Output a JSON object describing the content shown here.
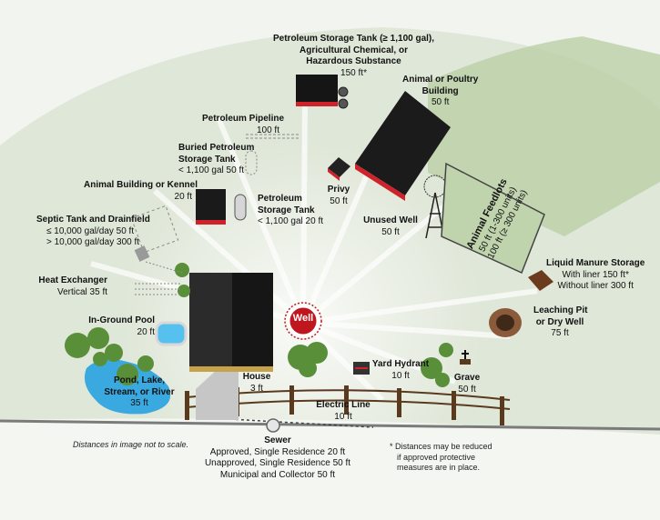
{
  "well": {
    "label": "Well"
  },
  "sources": [
    {
      "id": "petroleum-tank-large",
      "title": [
        "Petroleum Storage Tank (≥ 1,100 gal),",
        "Agricultural Chemical, or",
        "Hazardous Substance"
      ],
      "value": "150 ft*"
    },
    {
      "id": "animal-poultry-building",
      "title": [
        "Animal or Poultry",
        "Building"
      ],
      "value": "50 ft"
    },
    {
      "id": "petroleum-pipeline",
      "title": [
        "Petroleum Pipeline"
      ],
      "value": "100 ft"
    },
    {
      "id": "buried-petroleum-tank",
      "title": [
        "Buried Petroleum",
        "Storage Tank"
      ],
      "value": "< 1,100 gal 50 ft"
    },
    {
      "id": "privy",
      "title": [
        "Privy"
      ],
      "value": "50 ft"
    },
    {
      "id": "animal-building-kennel",
      "title": [
        "Animal Building or Kennel"
      ],
      "value": "20 ft"
    },
    {
      "id": "petroleum-tank-small",
      "title": [
        "Petroleum",
        "Storage Tank"
      ],
      "value": "< 1,100 gal 20 ft"
    },
    {
      "id": "septic-tank",
      "title": [
        "Septic Tank and Drainfield"
      ],
      "values": [
        "≤ 10,000 gal/day 50 ft",
        "> 10,000 gal/day 300 ft"
      ]
    },
    {
      "id": "unused-well",
      "title": [
        "Unused Well"
      ],
      "value": "50 ft"
    },
    {
      "id": "animal-feedlots",
      "title": [
        "Animal Feedlots"
      ],
      "values": [
        "50 ft (1-300 units)",
        "100 ft (≥ 300 units)"
      ]
    },
    {
      "id": "liquid-manure",
      "title": [
        "Liquid Manure Storage"
      ],
      "values": [
        "With liner 150 ft*",
        "Without liner 300 ft"
      ]
    },
    {
      "id": "heat-exchanger",
      "title": [
        "Heat Exchanger"
      ],
      "value": "Vertical 35 ft"
    },
    {
      "id": "in-ground-pool",
      "title": [
        "In-Ground Pool"
      ],
      "value": "20 ft"
    },
    {
      "id": "leaching-pit",
      "title": [
        "Leaching Pit",
        "or Dry Well"
      ],
      "value": "75 ft"
    },
    {
      "id": "pond-lake",
      "title": [
        "Pond, Lake,",
        "Stream, or River"
      ],
      "value": "35 ft"
    },
    {
      "id": "house",
      "title": [
        "House"
      ],
      "value": "3 ft"
    },
    {
      "id": "yard-hydrant",
      "title": [
        "Yard Hydrant"
      ],
      "value": "10 ft"
    },
    {
      "id": "grave",
      "title": [
        "Grave"
      ],
      "value": "50 ft"
    },
    {
      "id": "electric-line",
      "title": [
        "Electric Line"
      ],
      "value": "10 ft"
    },
    {
      "id": "sewer",
      "title": [
        "Sewer"
      ],
      "values": [
        "Approved, Single Residence 20 ft",
        "Unapproved, Single Residence 50 ft",
        "Municipal and Collector 50 ft"
      ]
    }
  ],
  "notes": {
    "scale": "Distances in image not to scale.",
    "asterisk": [
      "* Distances may be reduced",
      "if approved protective",
      "measures are in place."
    ]
  },
  "colors": {
    "well": "#c0171f",
    "roof_trim": "#d0222a",
    "grass": "#cfdcc3",
    "water": "#39a9e0",
    "tree": "#5a8f3a"
  }
}
